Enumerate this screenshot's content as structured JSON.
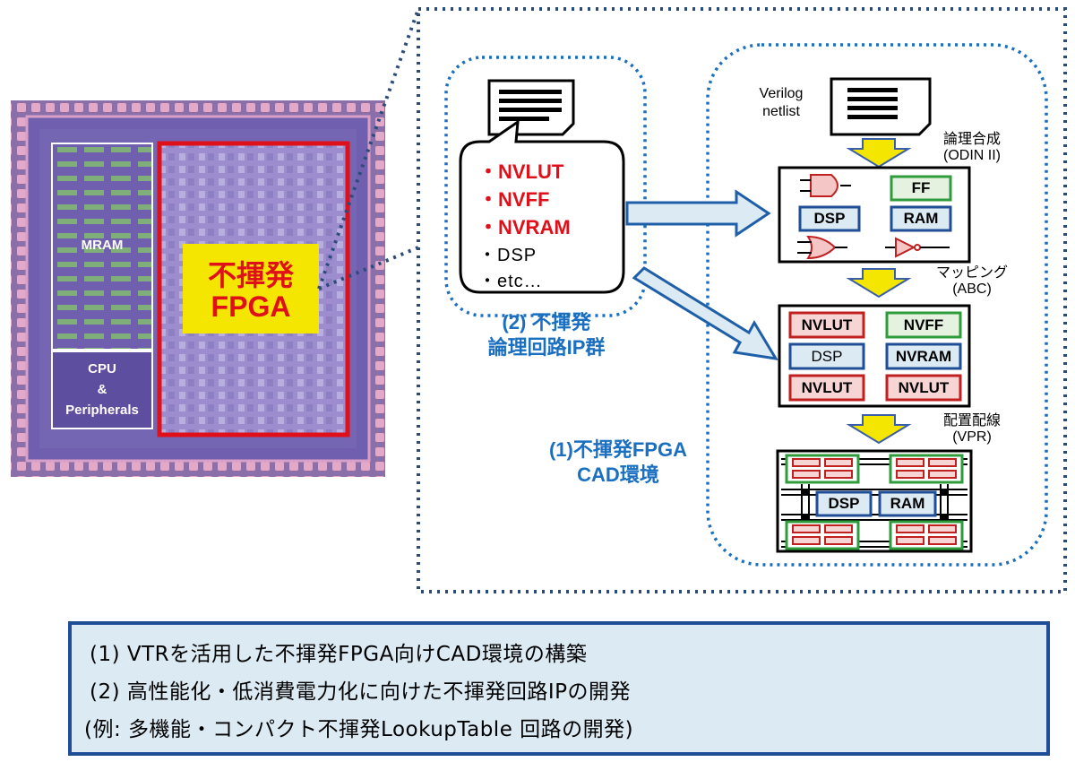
{
  "chip": {
    "mram_label": "MRAM",
    "cpu_label_1": "CPU",
    "cpu_label_2": "&",
    "cpu_label_3": "Peripherals",
    "fpga_label_1": "不揮発",
    "fpga_label_2": "FPGA"
  },
  "bubble": {
    "items": [
      "・NVLUT",
      "・NVFF",
      "・NVRAM",
      "・DSP",
      "・etc…"
    ],
    "caption_1": "(2) 不揮発",
    "caption_2": "論理回路IP群"
  },
  "cad": {
    "caption_1": "(1)不揮発FPGA",
    "caption_2": "CAD環境"
  },
  "flow": {
    "input_label_1": "Verilog",
    "input_label_2": "netlist",
    "step1_1": "論理合成",
    "step1_2": "(ODIN II)",
    "step2_1": "マッピング",
    "step2_2": "(ABC)",
    "step3_1": "配置配線",
    "step3_2": "(VPR)",
    "synth_boxes": {
      "ff": "FF",
      "dsp": "DSP",
      "ram": "RAM"
    },
    "map_boxes": {
      "nvlut1": "NVLUT",
      "nvff": "NVFF",
      "dsp": "DSP",
      "nvram": "NVRAM",
      "nvlut2": "NVLUT",
      "nvlut3": "NVLUT"
    },
    "pr_boxes": {
      "dsp": "DSP",
      "ram": "RAM"
    }
  },
  "summary": {
    "line1": "(1) VTRを活用した不揮発FPGA向けCAD環境の構築",
    "line2": "(2) 高性能化・低消費電力化に向けた不揮発回路IPの開発",
    "line3": "(例: 多機能・コンパクト不揮発LookupTable 回路の開発)"
  },
  "colors": {
    "accent_blue": "#1a6fc0",
    "red": "#e0101a",
    "yellow": "#f5e600",
    "summary_bg": "#dbeaf3",
    "summary_border": "#1f4e96"
  }
}
